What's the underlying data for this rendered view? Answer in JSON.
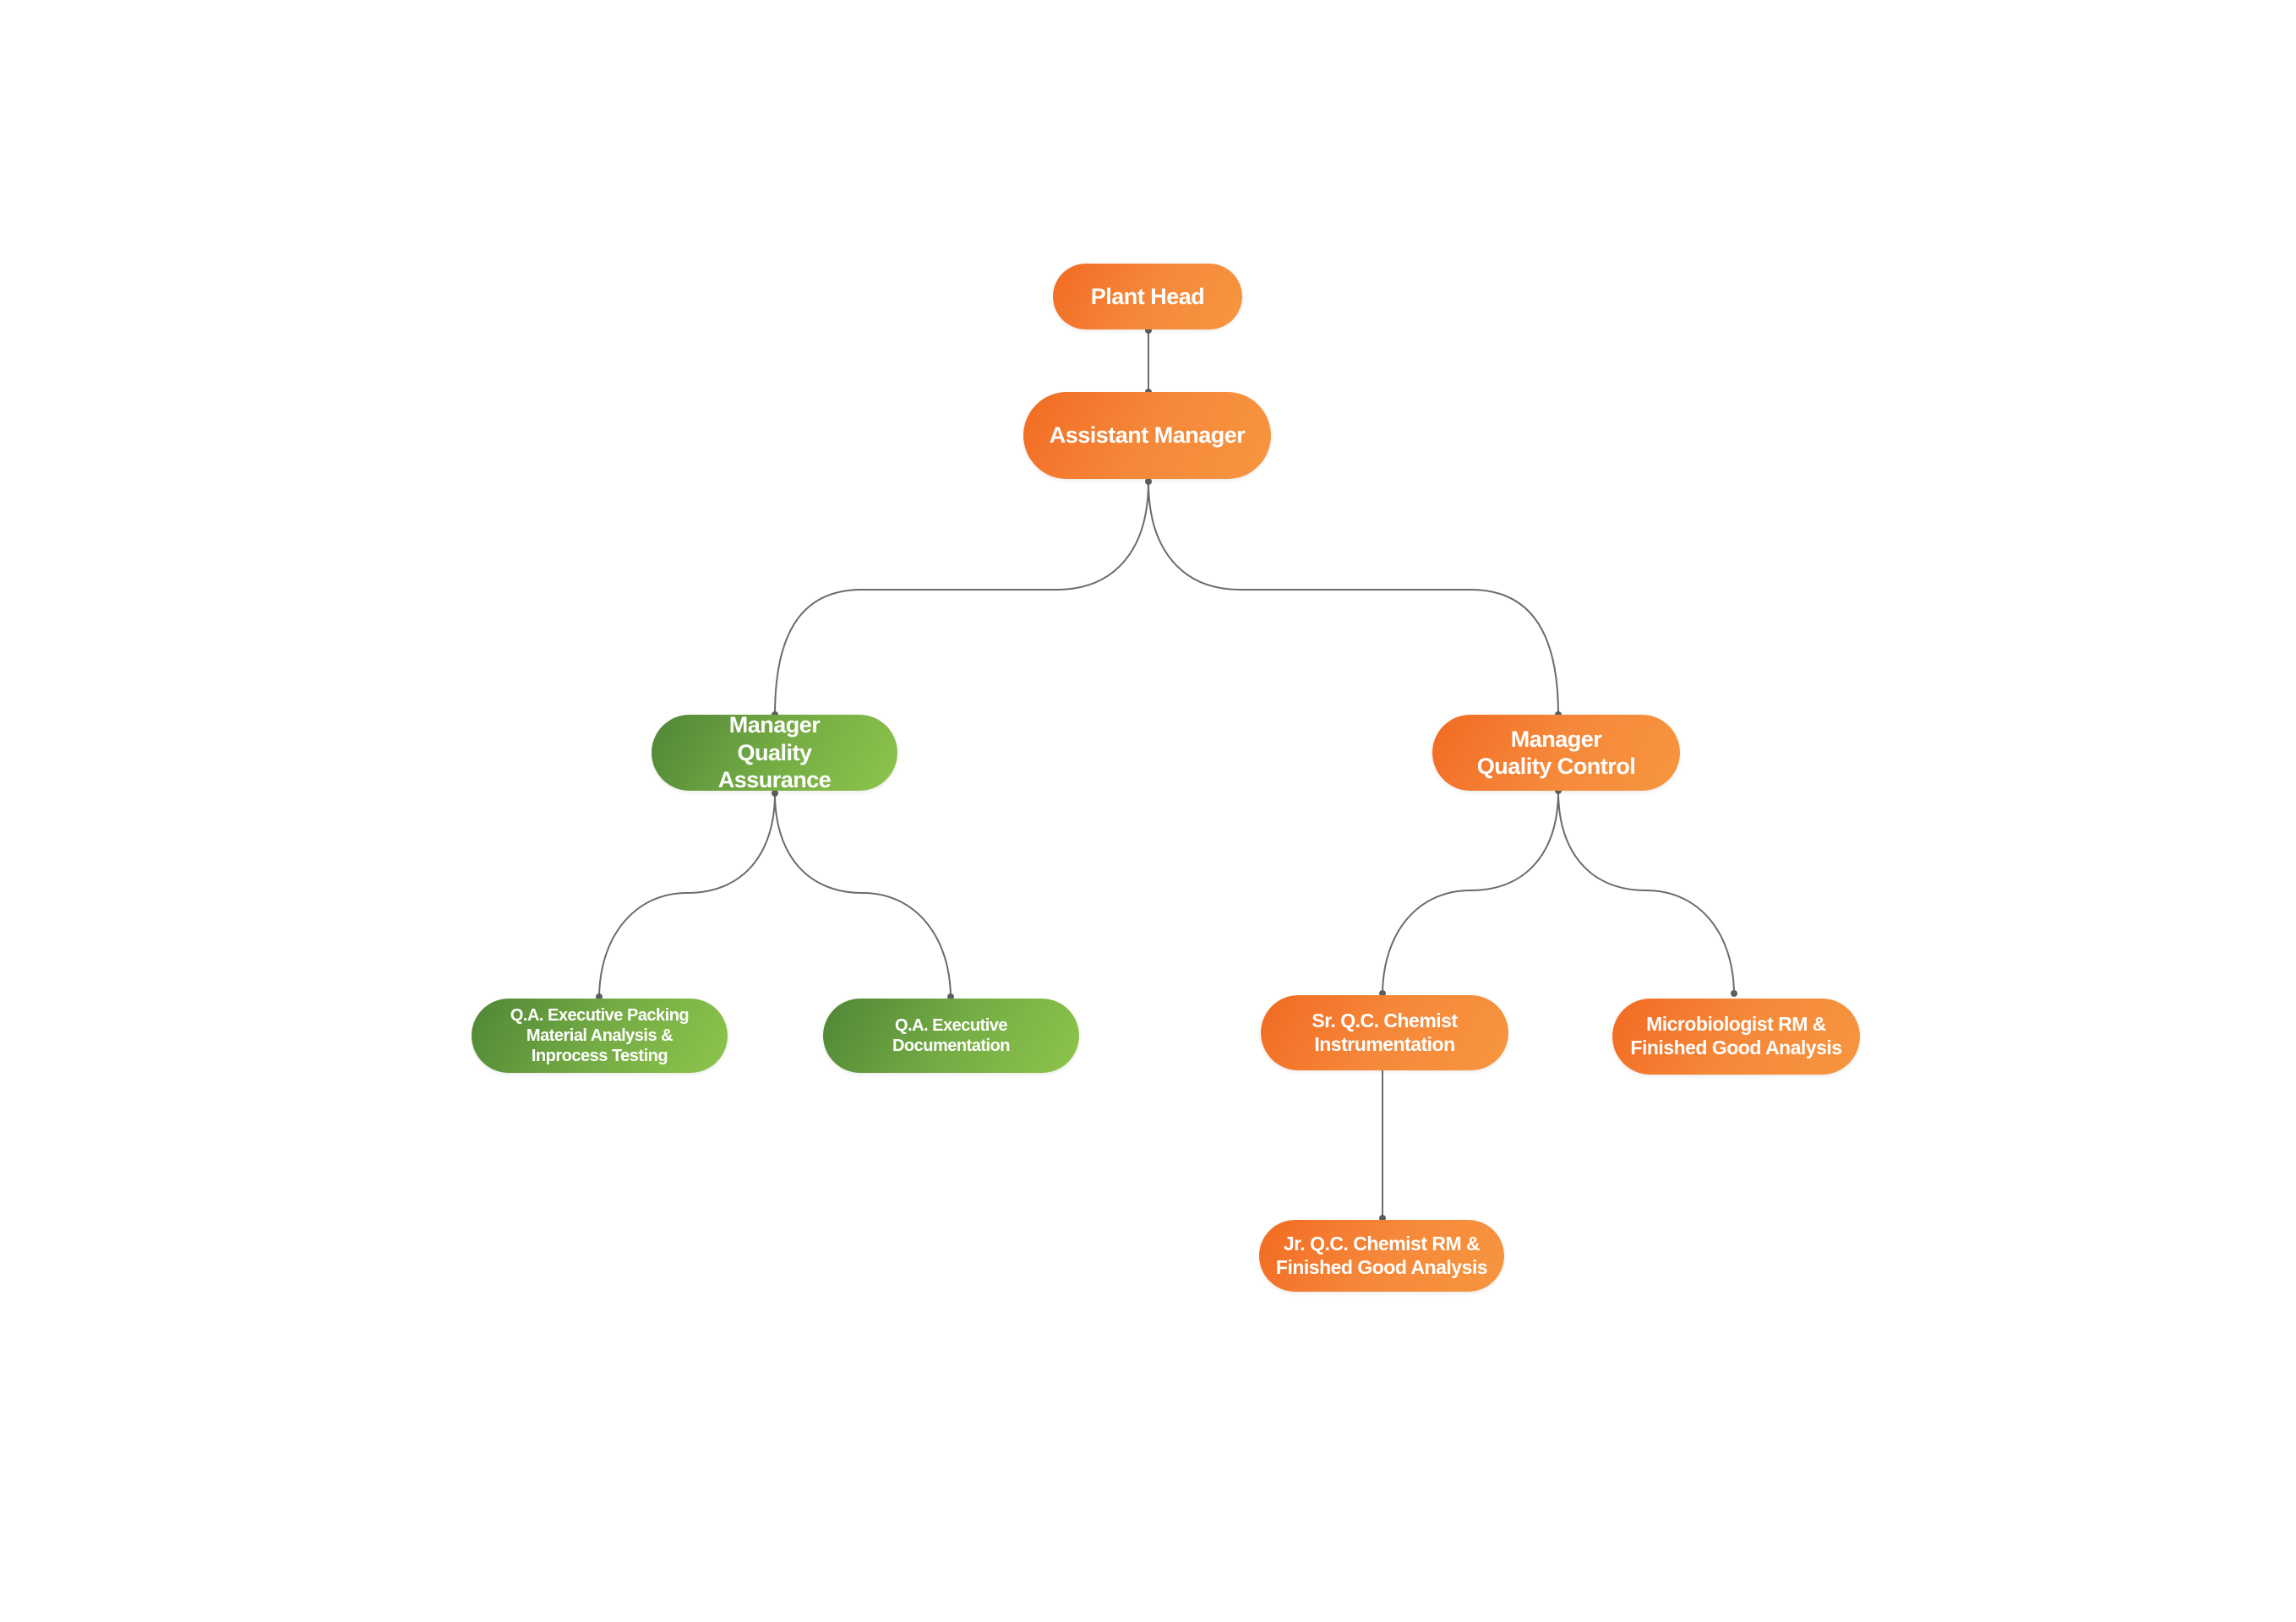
{
  "colors": {
    "orange_start": "#f26a22",
    "orange_end": "#f7963f",
    "green_start": "#4f8636",
    "green_end": "#8dc54c",
    "connector": "#666666"
  },
  "nodes": {
    "plant_head": "Plant Head",
    "assistant_manager": "Assistant Manager",
    "manager_qa": "Manager Quality Assurance",
    "manager_qc": "Manager Quality Control",
    "qa_exec_packing": "Q.A. Executive Packing Material Analysis & Inprocess Testing",
    "qa_exec_doc": "Q.A. Executive Documentation",
    "sr_qc_chemist": "Sr. Q.C. Chemist Instrumentation",
    "microbiologist": "Microbiologist RM & Finished Good Analysis",
    "jr_qc_chemist": "Jr. Q.C. Chemist RM & Finished Good Analysis"
  }
}
